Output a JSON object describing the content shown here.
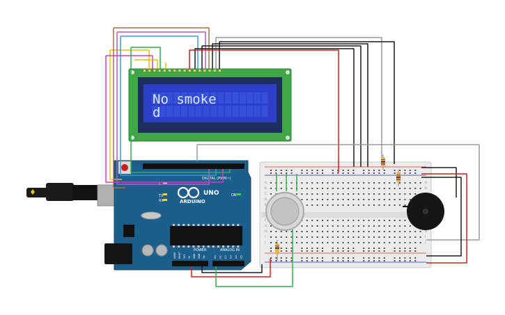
{
  "lcd": {
    "line1": "No smoke",
    "line2": "d"
  },
  "arduino": {
    "logo_text": "ARDUINO",
    "model_text": "UNO",
    "digital_label": "DIGITAL (PWM~)",
    "power_label": "POWER",
    "analog_label": "ANALOG IN",
    "on_label": "ON",
    "tx_label": "TX",
    "rx_label": "RX",
    "l_label": "L",
    "power_pins": [
      "IOREF",
      "RESET",
      "3V3",
      "5V",
      "GND",
      "GND",
      "Vin"
    ],
    "analog_pins": [
      "A0",
      "A1",
      "A2",
      "A3",
      "A4",
      "A5"
    ]
  },
  "breadboard": {
    "row_labels": [
      "A",
      "B",
      "C",
      "D",
      "E",
      "F",
      "G",
      "H",
      "I",
      "J"
    ]
  },
  "colors": {
    "board": "#1c5f8c",
    "breadboard": "#ececec",
    "lcd_screen": "#2b3fc9",
    "lcd_pcb": "#3fa547",
    "wire_red": "#e01b1b",
    "wire_green": "#2eb24a",
    "wire_black": "#1a1a1a",
    "wire_grey": "#9a9a9a",
    "wire_purple": "#a12bc2",
    "wire_yellow": "#e8c400",
    "wire_brown": "#8a5a3a"
  }
}
